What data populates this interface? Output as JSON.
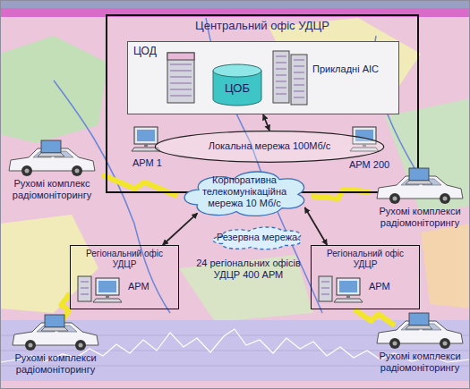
{
  "diagram": {
    "nodes": [
      {
        "text": [
          "Центральний офіс УДЦР"
        ]
      },
      {
        "text": [
          "ЦОД"
        ],
        "in": 0
      },
      {
        "text": [
          "ЦОБ"
        ],
        "in": 1
      },
      {
        "text": [
          "Прикладні АІС"
        ],
        "in": 1
      },
      {
        "text": [
          "Локальна мережа 100Мб/с"
        ],
        "in": 0
      },
      {
        "text": [
          "Рухомі комплекс радіомоніторингу"
        ]
      },
      {
        "text": [
          "Корпоративна телекомунікаційна мережа 10 Мб/с"
        ]
      },
      {
        "text": [
          "Рухомі комплекси радіомоніторингу"
        ]
      },
      {
        "text": [
          "Резервна мережа"
        ]
      },
      {
        "text": [
          "Регіональний офіс УДЦР",
          "АРМ"
        ]
      },
      {
        "text": [
          "Регіональний офіс УДЦР",
          "АРМ"
        ]
      },
      {
        "text": [
          "Рухомі комплекси радіомоніторингу"
        ]
      },
      {
        "text": [
          "Рухомі комплекси радіомоніторингу"
        ]
      }
    ],
    "edges": [
      {
        "from": 1,
        "to": 4,
        "arrow": "both"
      },
      {
        "from": 6,
        "to": 9,
        "arrow": "both"
      },
      {
        "from": 6,
        "to": 10,
        "arrow": "both"
      },
      {
        "from": 5,
        "to": 6,
        "arrow": "none"
      },
      {
        "from": 7,
        "to": 6,
        "arrow": "none"
      },
      {
        "from": 11,
        "to": 9,
        "arrow": "none"
      },
      {
        "from": 12,
        "to": 10,
        "arrow": "none"
      }
    ],
    "labels": [
      "АРМ 1",
      "АРМ 200",
      "24 регіональних офісів УДЦР 400 АРМ"
    ]
  }
}
